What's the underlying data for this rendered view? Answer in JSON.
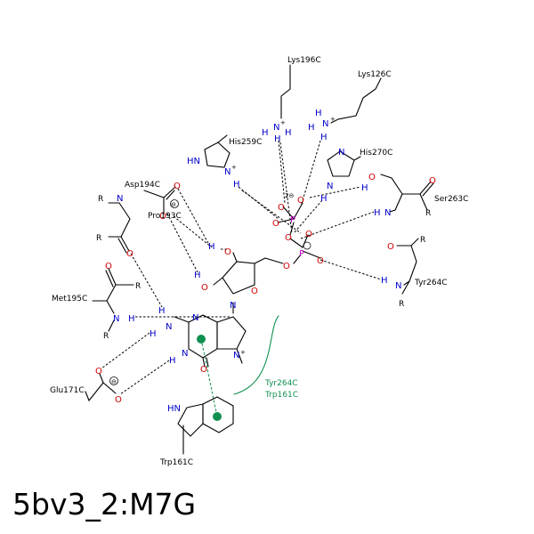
{
  "title": "5bv3_2:M7G",
  "residues": {
    "lys196": "Lys196C",
    "lys126": "Lys126C",
    "his259": "His259C",
    "his270": "His270C",
    "asp194": "Asp194C",
    "pro193": "Pro193C",
    "ser263": "Ser263C",
    "tyr264": "Tyr264C",
    "met195": "Met195C",
    "glu171": "Glu171C",
    "trp161": "Trp161C"
  },
  "pi_stacking_label": [
    "Tyr264C",
    "Trp161C"
  ],
  "atoms": {
    "N": "N",
    "O": "O",
    "H": "H",
    "P": "P",
    "R": "R",
    "HN": "HN",
    "plus": "+",
    "minus": "⊖",
    "dianion": "2⊖"
  },
  "colors": {
    "nitrogen": "#0000cc",
    "oxygen": "#cc0000",
    "phosphorus": "#cc00cc",
    "pi_stacking": "#109050"
  }
}
